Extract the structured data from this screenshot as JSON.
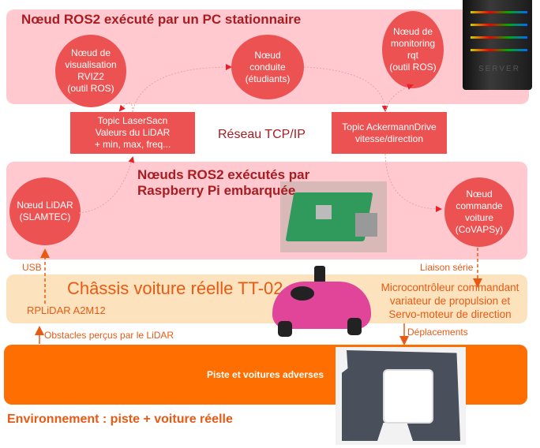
{
  "pc": {
    "title": "Nœud ROS2 exécuté par un PC stationnaire",
    "nodes": [
      "Nœud de\nvisualisation\nRVIZ2\n(outil ROS)",
      "Nœud\nconduite\n(étudiants)",
      "Nœud de\nmonitoring\nrqt\n(outil ROS)"
    ],
    "server_label": "SERVER"
  },
  "topics": {
    "laser": "Topic LaserSacn\nValeurs du LiDAR\n+ min, max, freq...",
    "network": "Réseau TCP/IP",
    "ackermann": "Topic AckermannDrive\nvitesse/direction"
  },
  "rpi": {
    "title": "Nœuds ROS2 exécutés par\nRaspberry Pi embarquée",
    "nodes": [
      "Nœud LiDAR\n(SLAMTEC)",
      "Nœud\ncommande\nvoiture\n(CoVAPSy)"
    ]
  },
  "links": {
    "usb": "USB",
    "serial": "Liaison série",
    "obstacles": "Obstacles perçus par le LiDAR",
    "moves": "Déplacements"
  },
  "chassis": {
    "title": "Châssis voiture réelle TT-02",
    "lidar": "RPLiDAR A2M12",
    "mcu": "Microcontrôleur commandant\nvariateur de propulsion et\nServo-moteur de direction"
  },
  "env": {
    "box_label": "Piste et voitures adverses",
    "title": "Environnement : piste + voiture réelle"
  },
  "colors": {
    "pink": "#ffc9cf",
    "red": "#ec5252",
    "orange": "#ff6e00",
    "beige": "#fde3bd"
  }
}
